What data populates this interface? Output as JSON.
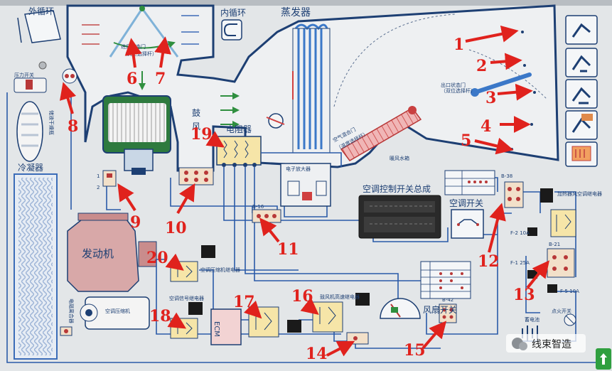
{
  "labels": {
    "outer_circulation": "外循环",
    "inner_circulation": "内循环",
    "evaporator": "蒸发器",
    "intake_door": "进风状态门",
    "intake_door_sub": "（真空选择杆）",
    "blower": "鼓风机",
    "resistor": "电阻器",
    "outlet_door": "出口状态门",
    "outlet_door_sub": "（双位选择杆）",
    "air_mix_door": "空气混合门",
    "air_mix_door_sub": "（温度选择杆）",
    "heater_core": "暖风水箱",
    "condenser": "冷凝器",
    "receiver_drier": "储液干燥瓶",
    "engine": "发动机",
    "ac_compressor": "空调压缩机",
    "clutch": "电磁离合器",
    "electronic_amp": "电子放大器",
    "control_panel": "空调控制开关总成",
    "ac_switch": "空调开关",
    "compressor_relay_1": "空调压缩机继电器",
    "compressor_relay_2": "空调信号继电器",
    "ecm": "ECM",
    "fan_relay": "鼓风机高速继电器",
    "fan_switch": "风扇开关",
    "heater_relay": "加热器风空调继电器",
    "battery": "蓄电池",
    "ignition": "点火开关",
    "fuse_1": "F-2 10A",
    "fuse_2": "F-1 25A",
    "fuse_3": "F-5 10A",
    "b38": "B-38",
    "b16": "B-16",
    "b42": "B-42",
    "b21": "B-21",
    "pressure_switch": "压力开关",
    "watermark": "线束智造"
  },
  "callouts": [
    "1",
    "2",
    "3",
    "4",
    "5",
    "6",
    "7",
    "8",
    "9",
    "10",
    "11",
    "12",
    "13",
    "14",
    "15",
    "16",
    "17",
    "18",
    "19",
    "20"
  ],
  "colors": {
    "arrow_red": "#e0221d",
    "wire_blue": "#2a5aa8",
    "board_bg": "#e3e6e8",
    "evap_blue": "#3b78c8",
    "heater_red": "#d84a4a",
    "engine_red": "#c98c8c"
  }
}
